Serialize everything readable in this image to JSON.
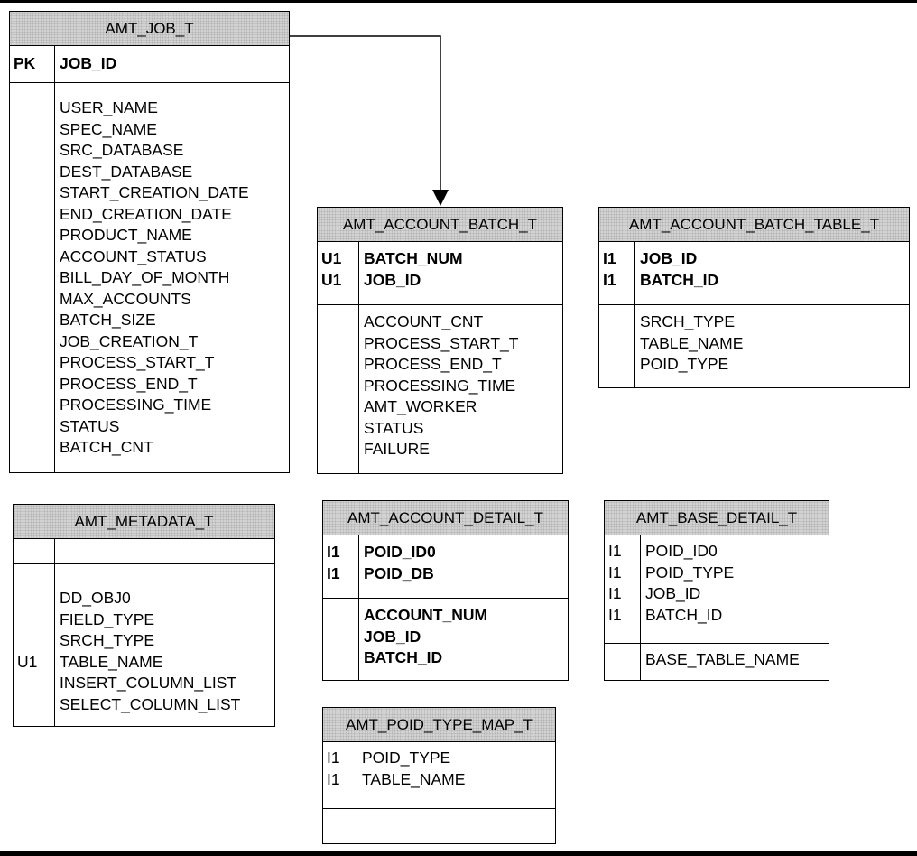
{
  "tables": {
    "amt_job_t": {
      "title": "AMT_JOB_T",
      "pk_keys": [
        "PK"
      ],
      "pk_fields": [
        "JOB_ID"
      ],
      "fields": [
        "USER_NAME",
        "SPEC_NAME",
        "SRC_DATABASE",
        "DEST_DATABASE",
        "START_CREATION_DATE",
        "END_CREATION_DATE",
        "PRODUCT_NAME",
        "ACCOUNT_STATUS",
        "BILL_DAY_OF_MONTH",
        "MAX_ACCOUNTS",
        "BATCH_SIZE",
        "JOB_CREATION_T",
        "PROCESS_START_T",
        "PROCESS_END_T",
        "PROCESSING_TIME",
        "STATUS",
        "BATCH_CNT"
      ]
    },
    "amt_account_batch_t": {
      "title": "AMT_ACCOUNT_BATCH_T",
      "pk_keys": [
        "U1",
        "U1"
      ],
      "pk_fields": [
        "BATCH_NUM",
        "JOB_ID"
      ],
      "fields": [
        "ACCOUNT_CNT",
        "PROCESS_START_T",
        "PROCESS_END_T",
        "PROCESSING_TIME",
        "AMT_WORKER",
        "STATUS",
        "FAILURE"
      ]
    },
    "amt_account_batch_table_t": {
      "title": "AMT_ACCOUNT_BATCH_TABLE_T",
      "pk_keys": [
        "I1",
        "I1"
      ],
      "pk_fields": [
        "JOB_ID",
        "BATCH_ID"
      ],
      "fields": [
        "SRCH_TYPE",
        "TABLE_NAME",
        "POID_TYPE"
      ]
    },
    "amt_metadata_t": {
      "title": "AMT_METADATA_T",
      "pk_keys": [
        ""
      ],
      "pk_fields": [
        ""
      ],
      "keys": [
        "",
        "",
        "",
        "U1",
        "",
        ""
      ],
      "fields": [
        "DD_OBJ0",
        "FIELD_TYPE",
        "SRCH_TYPE",
        "TABLE_NAME",
        "INSERT_COLUMN_LIST",
        "SELECT_COLUMN_LIST"
      ]
    },
    "amt_account_detail_t": {
      "title": "AMT_ACCOUNT_DETAIL_T",
      "pk_keys": [
        "I1",
        "I1"
      ],
      "pk_fields": [
        "POID_ID0",
        "POID_DB"
      ],
      "fields": [
        "ACCOUNT_NUM",
        "JOB_ID",
        "BATCH_ID"
      ]
    },
    "amt_base_detail_t": {
      "title": "AMT_BASE_DETAIL_T",
      "pk_keys": [
        "I1",
        "I1",
        "I1",
        "I1"
      ],
      "pk_fields": [
        "POID_ID0",
        "POID_TYPE",
        "JOB_ID",
        "BATCH_ID"
      ],
      "fields": [
        "BASE_TABLE_NAME"
      ]
    },
    "amt_poid_type_map_t": {
      "title": "AMT_POID_TYPE_MAP_T",
      "pk_keys": [
        "I1",
        "I1"
      ],
      "pk_fields": [
        "POID_TYPE",
        "TABLE_NAME"
      ],
      "fields": [
        ""
      ]
    }
  },
  "colors": {
    "header_fill": "#d2d2d2",
    "line": "#000000"
  }
}
